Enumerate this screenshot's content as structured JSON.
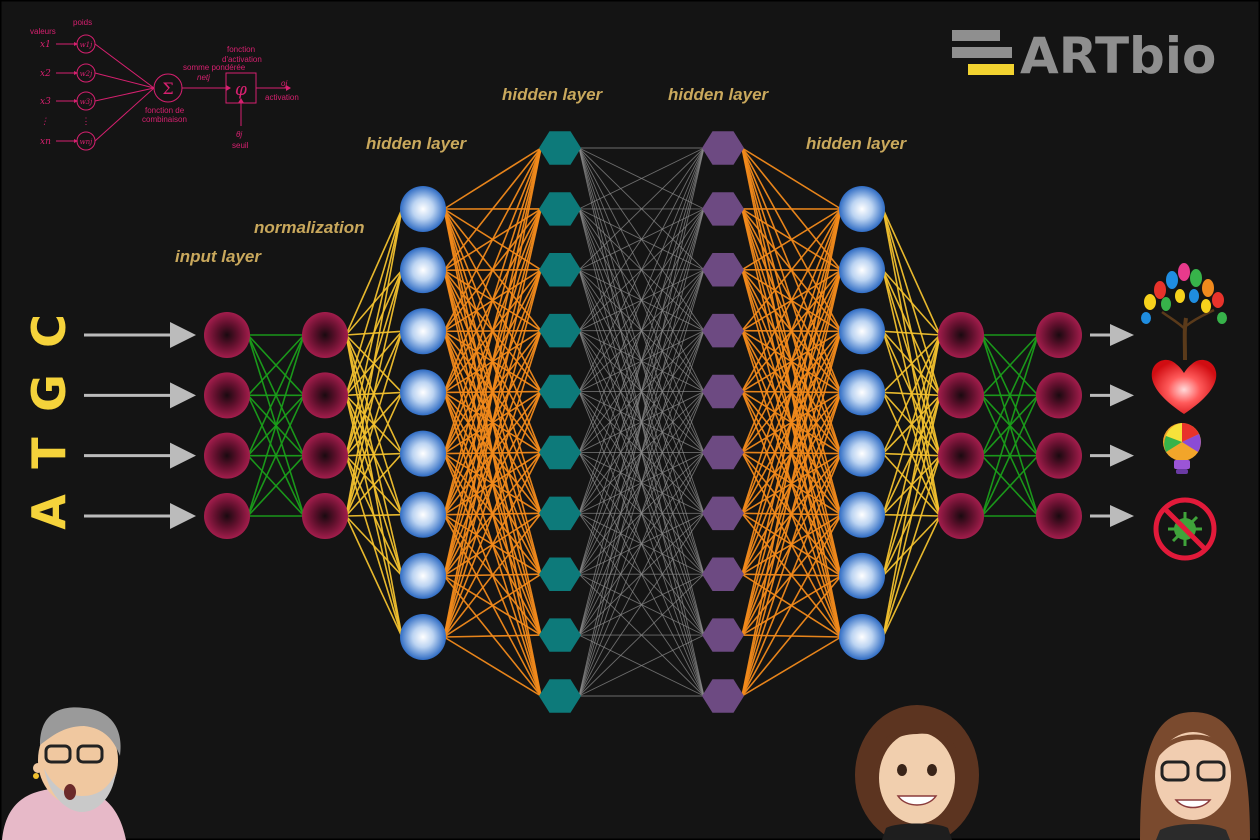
{
  "colors": {
    "background": "#141414",
    "label": "#c9a85c",
    "dna_letter": "#f5d33b",
    "arrow": "#bbbbbb",
    "input_node": "#9b1b47",
    "blue_node": "#5b8fd6",
    "teal_node": "#0d7a7a",
    "purple_node": "#6d4a82",
    "green_edge": "#1a9e1a",
    "yellow_edge": "#f2c12e",
    "orange_edge": "#f28a1b",
    "gray_edge": "#8a8a8a",
    "neuron_diagram": "#d6206f",
    "brand_gray": "#8f8f8f",
    "brand_yellow": "#f2d330"
  },
  "dna_letters": [
    "A",
    "T",
    "G",
    "C"
  ],
  "labels": {
    "input_layer": "input layer",
    "normalization": "normalization",
    "hidden_layer_1": "hidden layer",
    "hidden_layer_2": "hidden layer",
    "hidden_layer_3": "hidden layer",
    "hidden_layer_4": "hidden layer"
  },
  "brand": {
    "name": "ARTbio"
  },
  "neuron_diagram": {
    "valeurs": "valeurs",
    "poids": "poids",
    "inputs": [
      "x1",
      "x2",
      "x3",
      "⋮",
      "xn"
    ],
    "weights": [
      "w1j",
      "w2j",
      "w3j",
      "⋮",
      "wnj"
    ],
    "sum_symbol": "Σ",
    "phi_symbol": "φ",
    "somme_ponderee": "somme pondérée",
    "net": "netj",
    "fonction_activation_1": "fonction",
    "fonction_activation_2": "d'activation",
    "output": "oj",
    "activation": "activation",
    "fonction_combinaison_1": "fonction de",
    "fonction_combinaison_2": "combinaison",
    "theta": "θj",
    "seuil": "seuil"
  },
  "output_icons": [
    "flower-tree-icon",
    "heart-icon",
    "lightbulb-icon",
    "no-virus-icon"
  ],
  "avatars": [
    "avatar-man-glasses",
    "avatar-woman-curly",
    "avatar-woman-glasses"
  ],
  "network": {
    "layers": [
      {
        "name": "input-1",
        "count": 4,
        "shape": "circle",
        "color": "input_node"
      },
      {
        "name": "input-2",
        "count": 4,
        "shape": "circle",
        "color": "input_node"
      },
      {
        "name": "hidden-1",
        "count": 8,
        "shape": "circle",
        "color": "blue_node"
      },
      {
        "name": "hidden-2",
        "count": 10,
        "shape": "hexagon",
        "color": "teal_node"
      },
      {
        "name": "hidden-3",
        "count": 10,
        "shape": "hexagon",
        "color": "purple_node"
      },
      {
        "name": "hidden-4",
        "count": 8,
        "shape": "circle",
        "color": "blue_node"
      },
      {
        "name": "output-1",
        "count": 4,
        "shape": "circle",
        "color": "input_node"
      },
      {
        "name": "output-2",
        "count": 4,
        "shape": "circle",
        "color": "input_node"
      }
    ],
    "edges": [
      {
        "from": 0,
        "to": 1,
        "color": "green_edge"
      },
      {
        "from": 1,
        "to": 2,
        "color": "yellow_edge"
      },
      {
        "from": 2,
        "to": 3,
        "color": "orange_edge"
      },
      {
        "from": 3,
        "to": 4,
        "color": "gray_edge"
      },
      {
        "from": 4,
        "to": 5,
        "color": "orange_edge"
      },
      {
        "from": 5,
        "to": 6,
        "color": "yellow_edge"
      },
      {
        "from": 6,
        "to": 7,
        "color": "green_edge"
      }
    ]
  }
}
